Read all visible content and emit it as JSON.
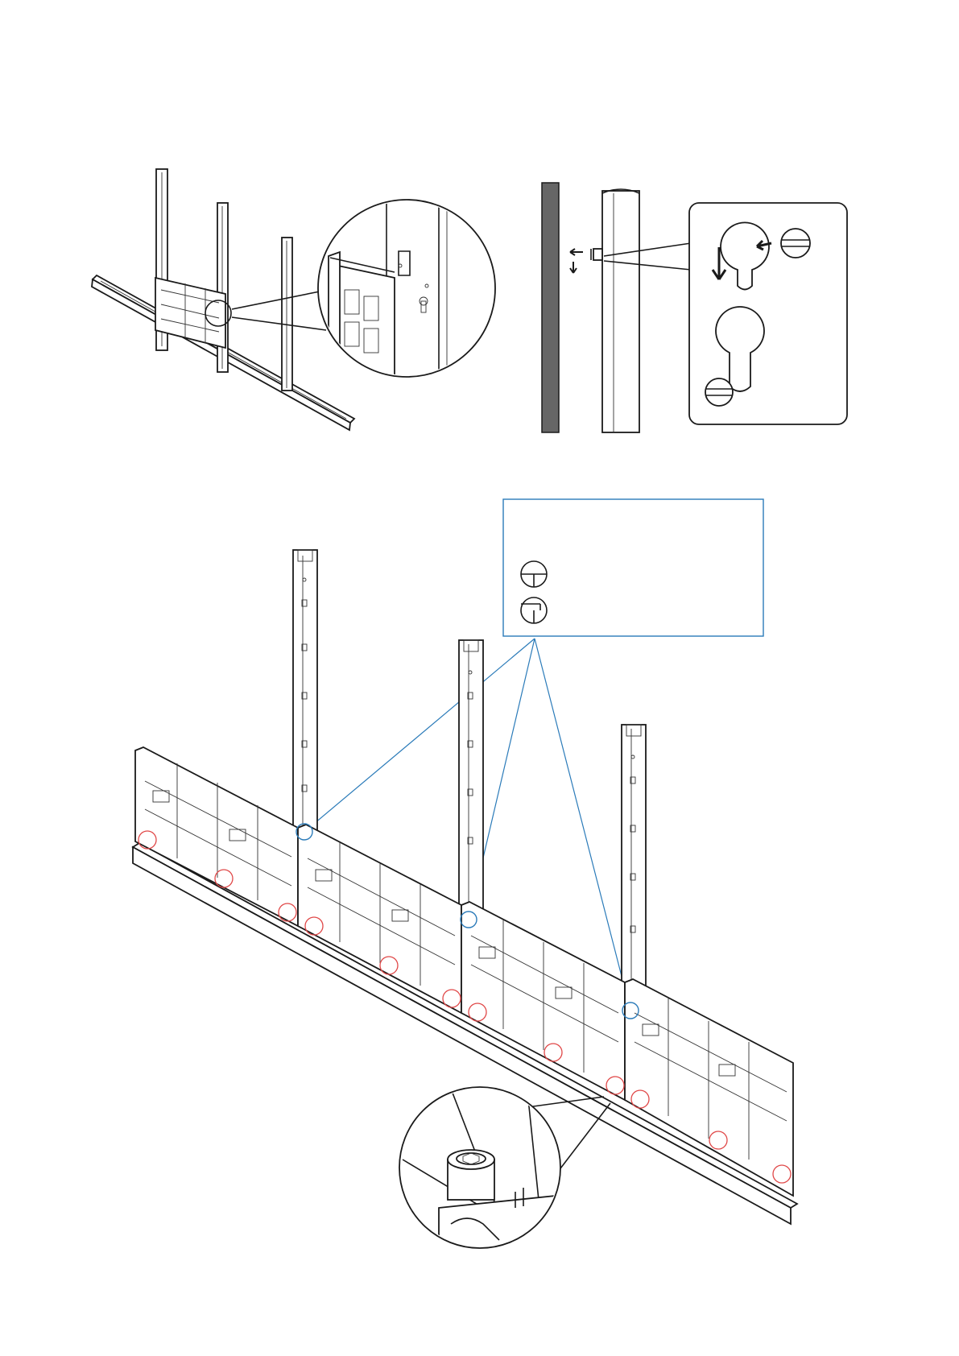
{
  "figure": {
    "kind": "installation-illustration",
    "colors": {
      "line": "#1a1a1a",
      "wall": "#666666",
      "callout": "#2b7bb9",
      "marker": "#e04848"
    }
  },
  "step1": {
    "panels": [
      "mounting-rail-assembly",
      "detail-magnifier"
    ]
  },
  "step2": {
    "panels": [
      "wall-profile",
      "keyhole-hook-detail"
    ]
  },
  "step3": {
    "cabinet_count": 4,
    "bolt_markers": 16,
    "hook_points": 3,
    "legend": {
      "symbols": [
        "screw-head-round-icon",
        "screw-head-step-icon"
      ]
    }
  }
}
